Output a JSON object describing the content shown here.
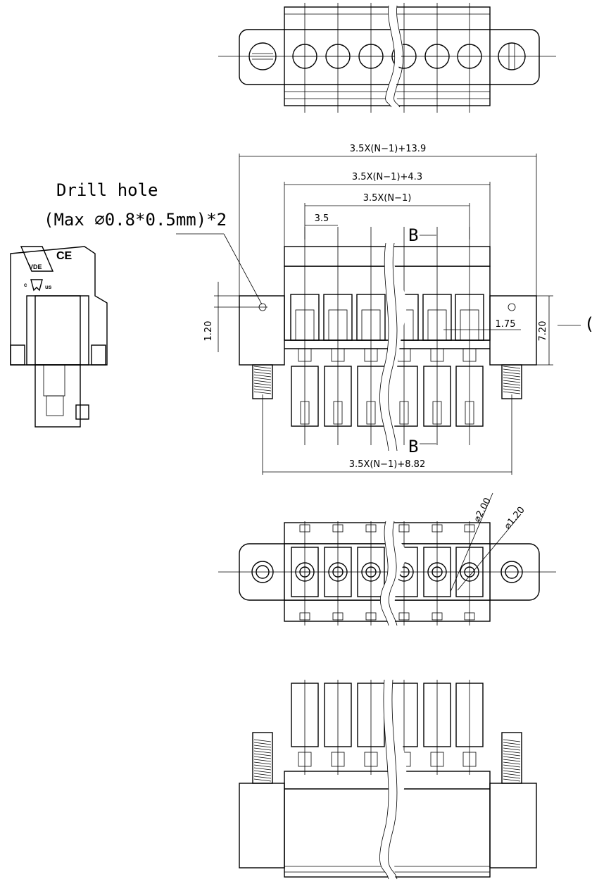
{
  "note": {
    "title": "Drill hole",
    "detail": "(Max ⌀0.8*0.5mm)*2"
  },
  "certifications": {
    "vde": "VDE",
    "ce": "CE",
    "ul_c": "c",
    "ul_us": "us"
  },
  "dimensions": {
    "overall_width": "3.5X(N−1)+13.9",
    "body_width": "3.5X(N−1)+4.3",
    "pitch_span": "3.5X(N−1)",
    "pitch": "3.5",
    "flange_width": "3.5X(N−1)+8.82",
    "height": "7.20",
    "offset_1_20": "1.20",
    "offset_1_75": "1.75",
    "hole_2": "⌀2.00",
    "hole_1_2": "⌀1.20"
  },
  "section": {
    "label_top": "B",
    "label_bottom": "B",
    "view_cut": "("
  }
}
